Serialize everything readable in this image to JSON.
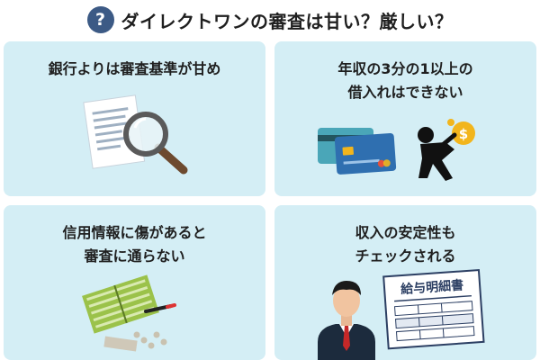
{
  "header": {
    "icon_glyph": "?",
    "title": "ダイレクトワンの審査は甘い？厳しい？"
  },
  "cards": [
    {
      "label": "銀行よりは審査基準が甘め",
      "icon": "document-magnifier-icon"
    },
    {
      "label": "年収の3分の1以上の\n借入れはできない",
      "icon": "credit-cards-and-debt-burden-icon"
    },
    {
      "label": "信用情報に傷があると\n審査に通らない",
      "icon": "torn-passbook-and-coins-icon"
    },
    {
      "label": "収入の安定性も\nチェックされる",
      "icon": "businessman-and-payslip-icon"
    }
  ],
  "payslip": {
    "title": "給与明細書"
  },
  "coin_symbol": "$",
  "colors": {
    "card_bg": "#d4eef5",
    "icon_circle": "#3c5a85",
    "magnifier": "#6d4a2f",
    "card_blue": "#2f6fb0",
    "card_teal": "#4aa6b8",
    "coin_gold": "#f2b51c",
    "passbook_green": "#9bc24a"
  }
}
